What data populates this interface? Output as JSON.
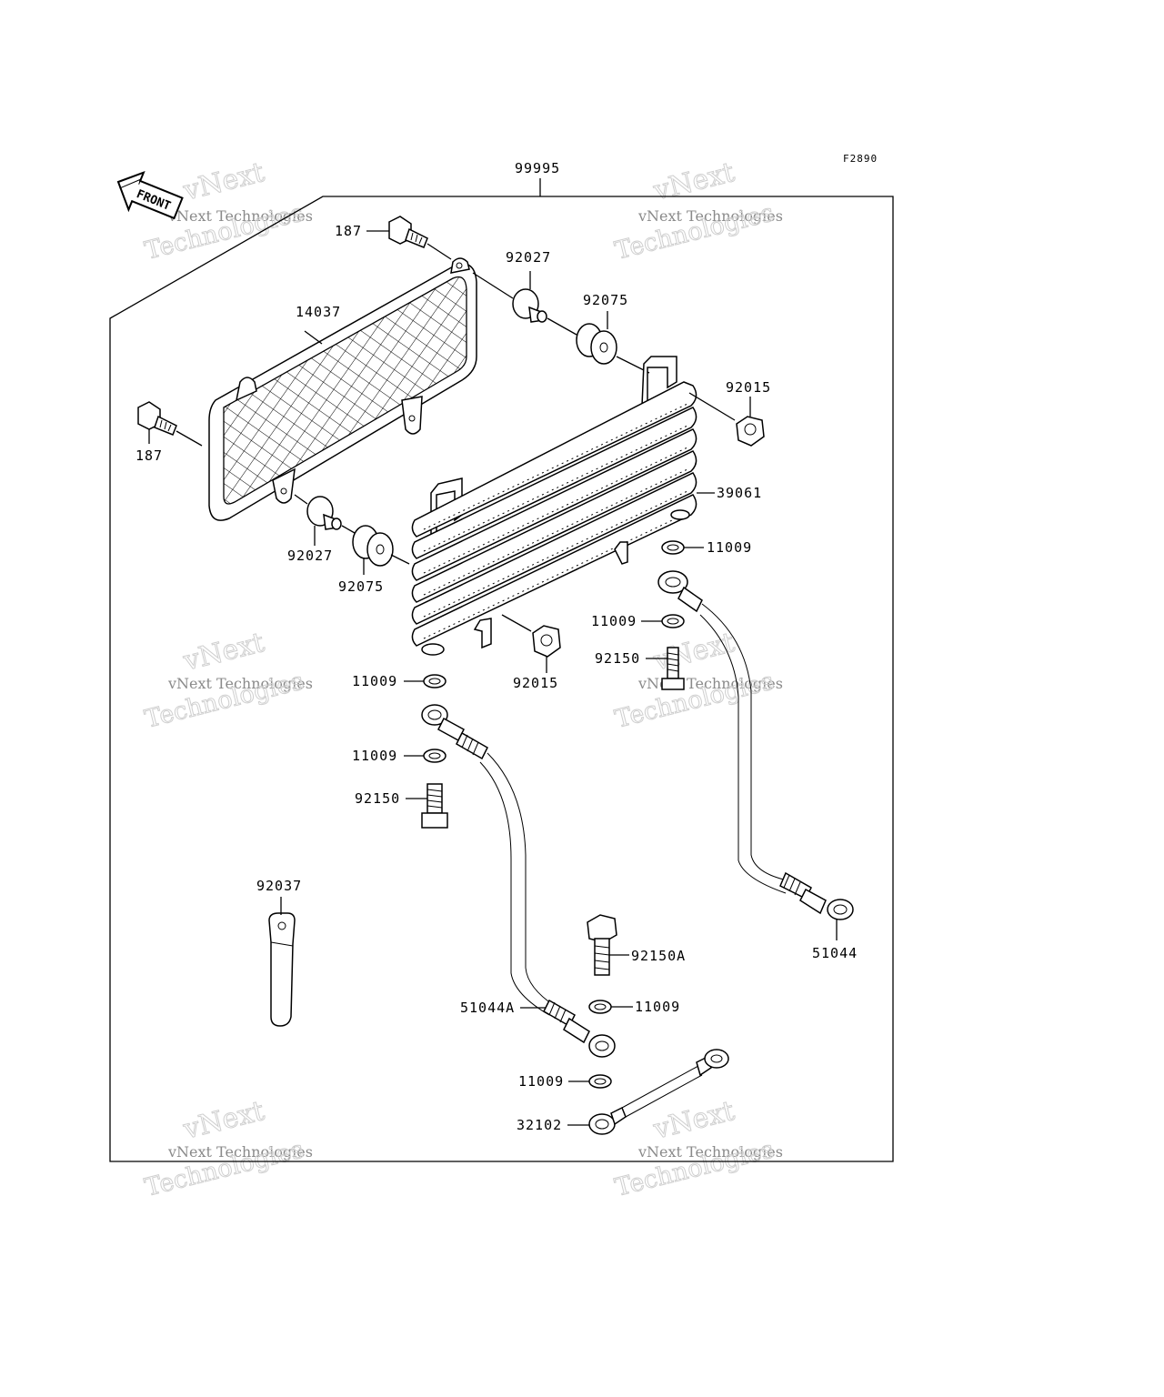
{
  "figure_code": "F2890",
  "front_arrow_text": "FRONT",
  "watermark": {
    "line1": "vNext Technologies",
    "line2": "vNext",
    "line3": "Technologies"
  },
  "labels": {
    "assembly": "99995",
    "bolt_top": "187",
    "bolt_left": "187",
    "grille": "14037",
    "collar_top": "92027",
    "damper_top": "92075",
    "nut_top": "92015",
    "cooler": "39061",
    "collar_bottom": "92027",
    "damper_bottom": "92075",
    "nut_bottom": "92015",
    "washer_right_1": "11009",
    "washer_right_2": "11009",
    "banjo_bolt_right": "92150",
    "washer_left_1": "11009",
    "washer_left_2": "11009",
    "banjo_bolt_left": "92150",
    "clamp_band": "92037",
    "banjo_bolt_a": "92150A",
    "hose_right": "51044",
    "hose_left": "51044A",
    "washer_low_1": "11009",
    "washer_low_2": "11009",
    "pipe": "32102"
  }
}
